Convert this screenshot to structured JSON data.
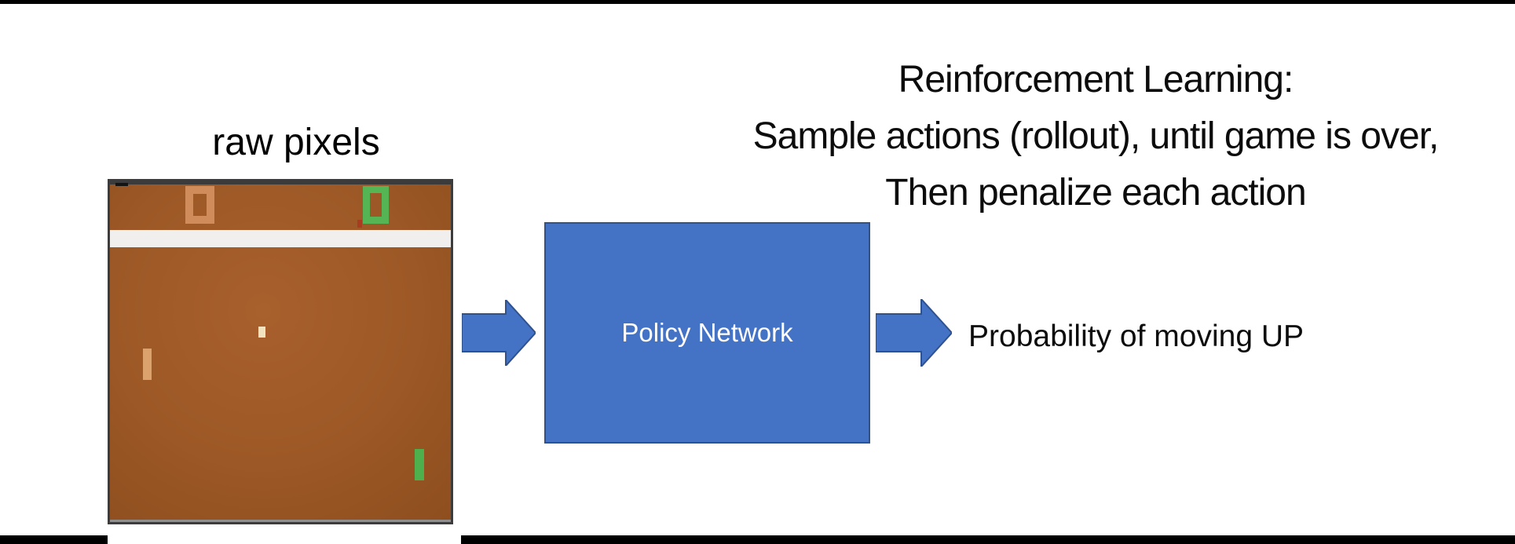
{
  "title": {
    "line1": "Reinforcement Learning:",
    "line2": "Sample actions (rollout), until game is over,",
    "line3": "Then penalize each action"
  },
  "pipeline": {
    "input_label": "raw pixels",
    "box_label": "Policy Network",
    "output_label": "Probability of moving UP"
  },
  "game_screen": {
    "left_score": "0",
    "right_score": "0"
  },
  "colors": {
    "accent_blue_fill": "#4472c4",
    "accent_blue_border": "#2f528f",
    "field_brown": "#9c5826",
    "frame_dark": "#3c3c3c",
    "score_left_orange": "#d08c5a",
    "score_right_green": "#55b555",
    "paddle_left_tan": "#dba26e",
    "paddle_right_green": "#4db04d",
    "ball_cream": "#f2e3c1",
    "divider_white": "#f1efed",
    "bar_black": "#000000",
    "text_black": "#0c0c0c"
  }
}
